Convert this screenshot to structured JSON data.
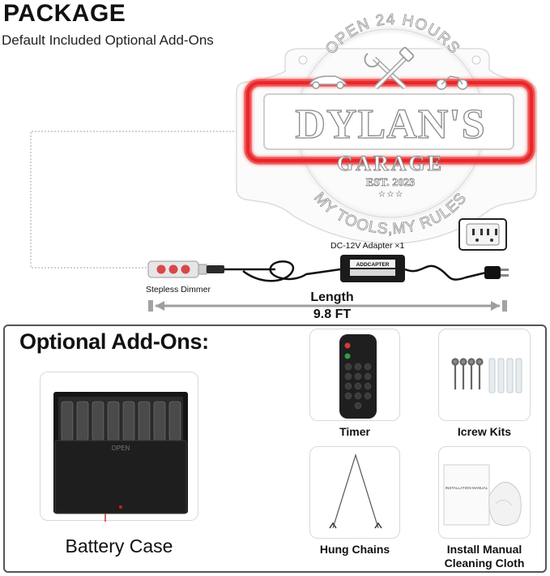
{
  "header": {
    "title": "PACKAGE",
    "subtitle": "Default Included Optional Add-Ons"
  },
  "sign": {
    "top_arc": "OPEN 24 HOURS",
    "name": "DYLAN'S",
    "business": "GARAGE",
    "established": "EST. 2023",
    "bottom_arc": "MY TOOLS,MY RULES",
    "neon_color": "#e8262a"
  },
  "components": {
    "dimmer_label": "Stepless Dimmer",
    "adapter_label": "DC-12V Adapter ×1",
    "adapter_brand": "ADDCAPTER",
    "length_label": "Length",
    "length_value": "9.8 FT"
  },
  "addons": {
    "title": "Optional Add-Ons:",
    "battery_case": "Battery Case",
    "battery_case_lid": "OPEN",
    "timer": "Timer",
    "screw_kits": "Icrew Kits",
    "hung_chains": "Hung Chains",
    "manual_line1": "Install Manual",
    "manual_line2": "Cleaning Cloth",
    "manual_cover": "INSTALLATION MANUAL"
  }
}
